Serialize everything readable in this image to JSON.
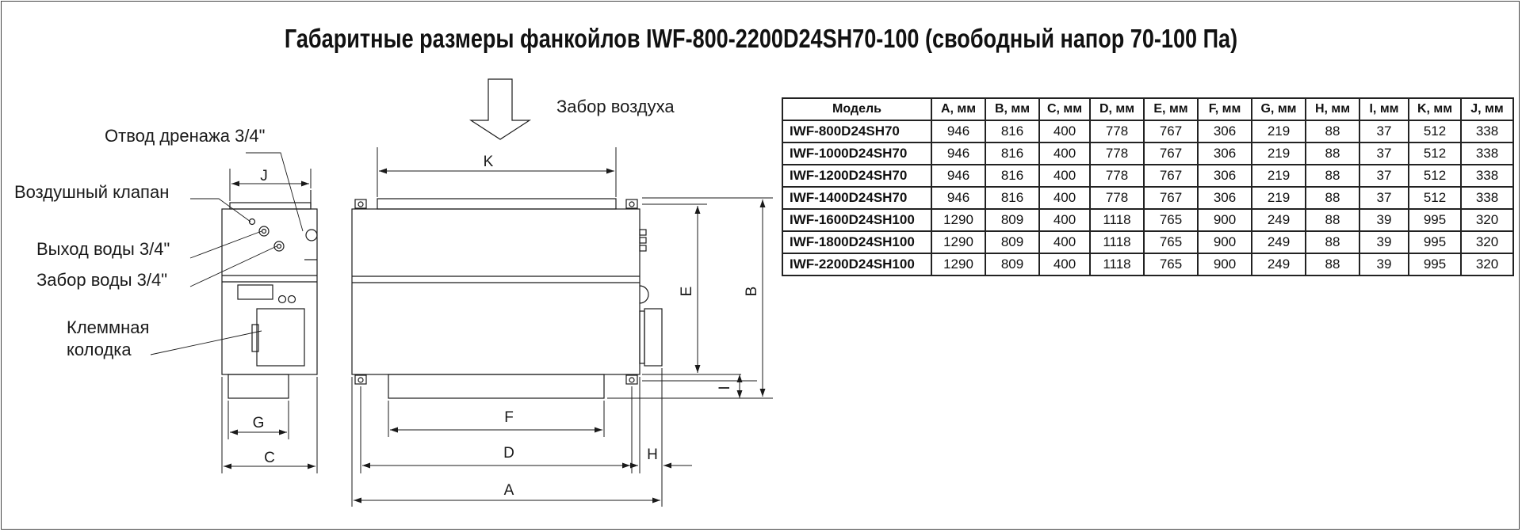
{
  "title": "Габаритные размеры фанкойлов IWF-800-2200D24SH70-100 (свободный напор 70-100 Па)",
  "labels": {
    "air_intake": "Забор воздуха",
    "drain": "Отвод дренажа 3/4\"",
    "air_valve": "Воздушный клапан",
    "water_out": "Выход воды 3/4\"",
    "water_in": "Забор воды 3/4\"",
    "terminal_1": "Клеммная",
    "terminal_2": "колодка"
  },
  "dims": {
    "J": "J",
    "G": "G",
    "C": "C",
    "K": "K",
    "F": "F",
    "D": "D",
    "A": "A",
    "H": "H",
    "E": "E",
    "B": "B",
    "I": "I"
  },
  "table": {
    "headers": [
      "Модель",
      "A, мм",
      "B, мм",
      "C, мм",
      "D, мм",
      "E, мм",
      "F, мм",
      "G, мм",
      "H, мм",
      "I, мм",
      "K, мм",
      "J, мм"
    ],
    "rows": [
      [
        "IWF-800D24SH70",
        "946",
        "816",
        "400",
        "778",
        "767",
        "306",
        "219",
        "88",
        "37",
        "512",
        "338"
      ],
      [
        "IWF-1000D24SH70",
        "946",
        "816",
        "400",
        "778",
        "767",
        "306",
        "219",
        "88",
        "37",
        "512",
        "338"
      ],
      [
        "IWF-1200D24SH70",
        "946",
        "816",
        "400",
        "778",
        "767",
        "306",
        "219",
        "88",
        "37",
        "512",
        "338"
      ],
      [
        "IWF-1400D24SH70",
        "946",
        "816",
        "400",
        "778",
        "767",
        "306",
        "219",
        "88",
        "37",
        "512",
        "338"
      ],
      [
        "IWF-1600D24SH100",
        "1290",
        "809",
        "400",
        "1118",
        "765",
        "900",
        "249",
        "88",
        "39",
        "995",
        "320"
      ],
      [
        "IWF-1800D24SH100",
        "1290",
        "809",
        "400",
        "1118",
        "765",
        "900",
        "249",
        "88",
        "39",
        "995",
        "320"
      ],
      [
        "IWF-2200D24SH100",
        "1290",
        "809",
        "400",
        "1118",
        "765",
        "900",
        "249",
        "88",
        "39",
        "995",
        "320"
      ]
    ]
  }
}
